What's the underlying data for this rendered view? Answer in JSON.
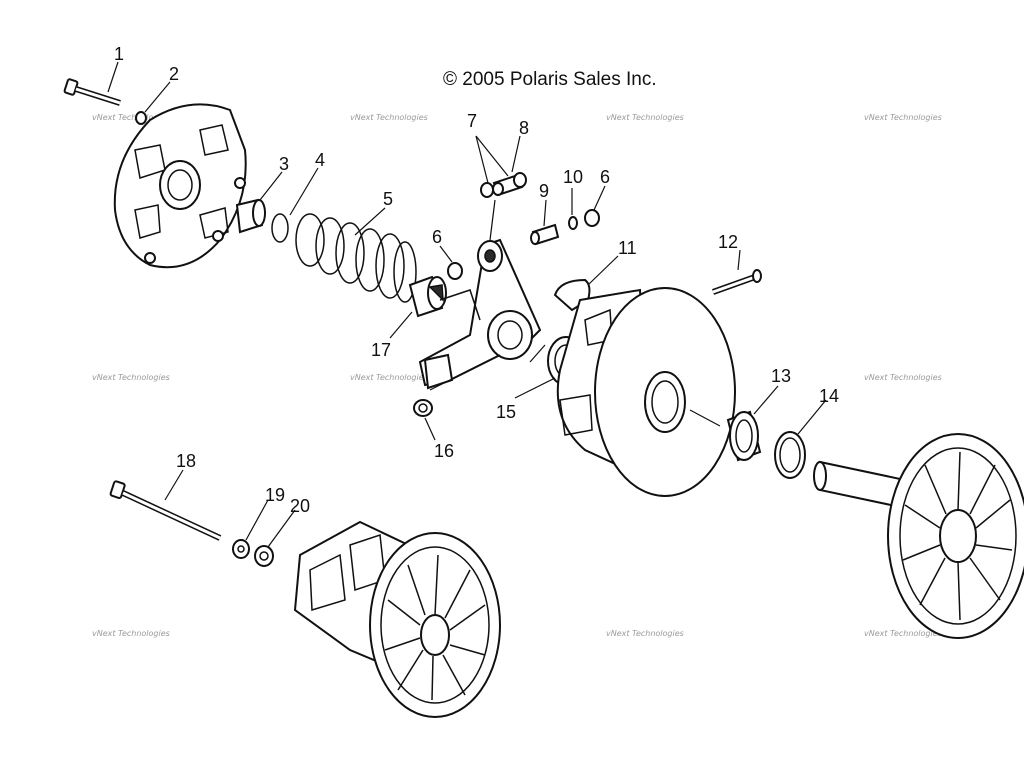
{
  "copyright": "© 2005 Polaris Sales Inc.",
  "watermark": "vNext Technologies",
  "callouts": [
    "1",
    "2",
    "3",
    "4",
    "5",
    "6",
    "6",
    "7",
    "8",
    "9",
    "10",
    "11",
    "12",
    "13",
    "14",
    "15",
    "16",
    "17",
    "18",
    "19",
    "20"
  ]
}
